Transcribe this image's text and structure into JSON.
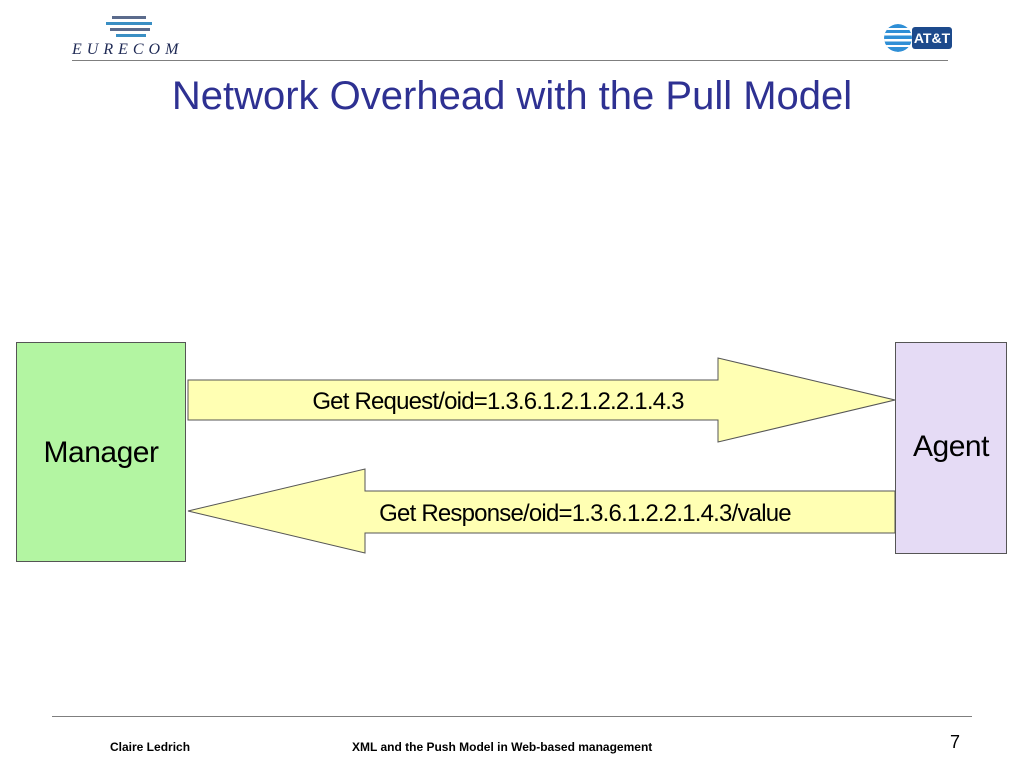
{
  "header": {
    "logo_left_text": "EURECOM",
    "logo_right_text": "AT&T"
  },
  "slide": {
    "title": "Network Overhead with the Pull Model"
  },
  "diagram": {
    "manager_label": "Manager",
    "agent_label": "Agent",
    "request_label": "Get Request/oid=1.3.6.1.2.1.2.2.1.4.3",
    "response_label": "Get Response/oid=1.3.6.1.2.2.1.4.3/value",
    "colors": {
      "manager_fill": "#b3f5a2",
      "agent_fill": "#e5dbf5",
      "arrow_fill": "#ffffb3",
      "title_color": "#2e3192"
    }
  },
  "footer": {
    "author": "Claire Ledrich",
    "presentation_title": "XML and the Push Model in Web-based management",
    "page_number": "7"
  }
}
